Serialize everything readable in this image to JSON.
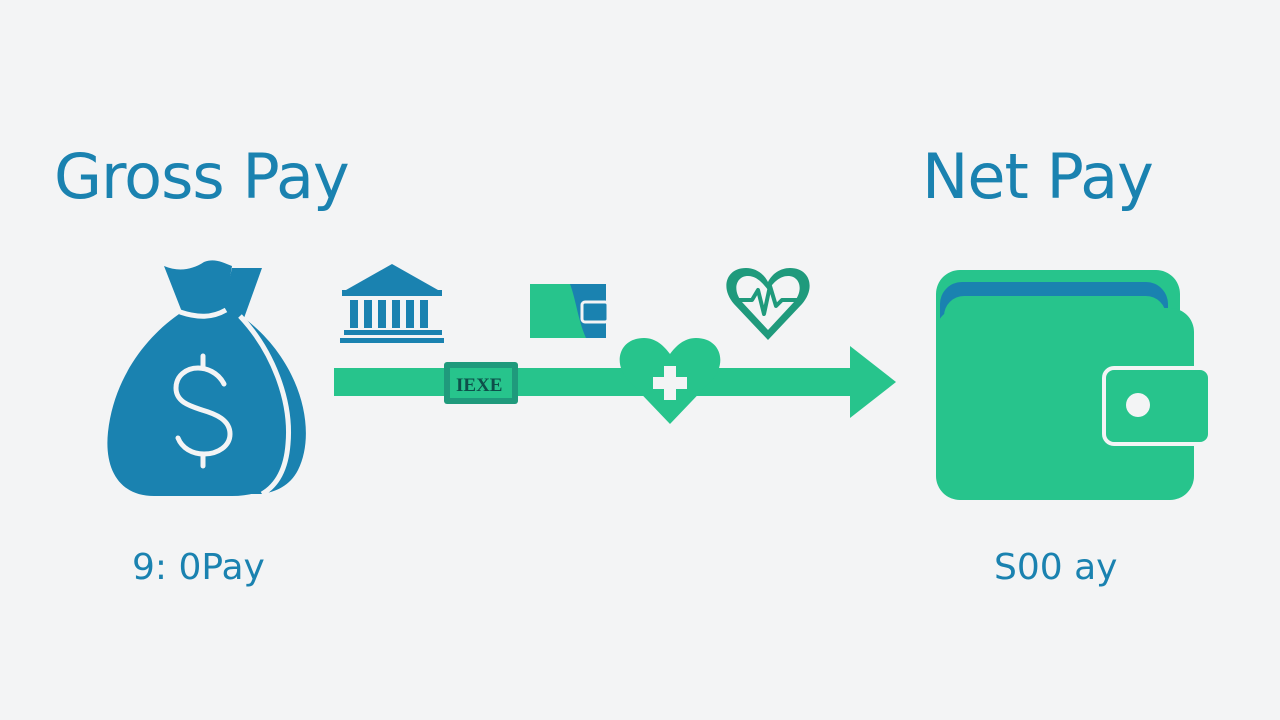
{
  "colors": {
    "background": "#f3f4f5",
    "blue": "#1a82b0",
    "green": "#27c48c",
    "teal": "#2aa496"
  },
  "gross": {
    "title": "Gross Pay",
    "amount": "9: 0Pay",
    "icon": "money-bag-dollar-icon"
  },
  "net": {
    "title": "Net Pay",
    "amount": "S00 ay",
    "icon": "wallet-icon"
  },
  "flow": {
    "tag_text": "IEXE",
    "deduction_icons": [
      "bank-icon",
      "card-wallet-icon",
      "heart-pulse-icon",
      "heart-plus-icon"
    ]
  }
}
